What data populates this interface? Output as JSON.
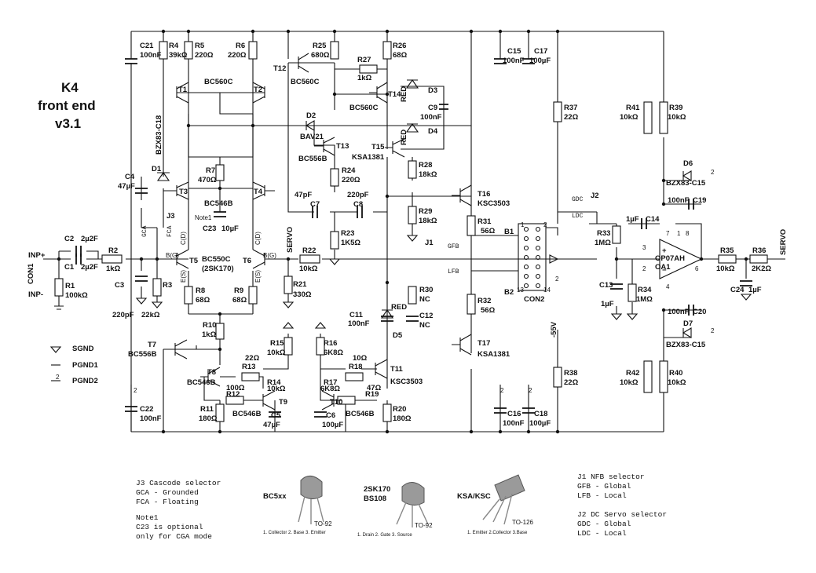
{
  "title": [
    "K4",
    "front end",
    "v3.1"
  ],
  "components": {
    "C21": {
      "ref": "C21",
      "val": "100nF"
    },
    "R4": {
      "ref": "R4",
      "val": "39kΩ"
    },
    "R5": {
      "ref": "R5",
      "val": "220Ω"
    },
    "R6": {
      "ref": "R6",
      "val": "220Ω"
    },
    "T12": {
      "ref": "T12",
      "val": "BC560C"
    },
    "R25": {
      "ref": "R25",
      "val": "680Ω"
    },
    "R26": {
      "ref": "R26",
      "val": "68Ω"
    },
    "R27": {
      "ref": "R27",
      "val": "1kΩ"
    },
    "C15": {
      "ref": "C15",
      "val": "100nF"
    },
    "C17": {
      "ref": "C17",
      "val": "100µF"
    },
    "T1": {
      "ref": "T1"
    },
    "T2": {
      "ref": "T2"
    },
    "T1T2": {
      "val": "BC560C"
    },
    "T14": {
      "ref": "T14",
      "val": "BC560C"
    },
    "D3": {
      "ref": "D3",
      "val": "RED"
    },
    "D4": {
      "ref": "D4",
      "val": "RED"
    },
    "C9": {
      "ref": "C9",
      "val": "100nF"
    },
    "R37": {
      "ref": "R37",
      "val": "22Ω"
    },
    "R41": {
      "ref": "R41",
      "val": "10kΩ"
    },
    "R39": {
      "ref": "R39",
      "val": "10kΩ"
    },
    "D2": {
      "ref": "D2",
      "val": "BAV21"
    },
    "T13": {
      "ref": "T13",
      "val": "BC556B"
    },
    "T15": {
      "ref": "T15",
      "val": "KSA1381"
    },
    "D1": {
      "ref": "D1",
      "val": "BZX83-C18"
    },
    "R7": {
      "ref": "R7",
      "val": "470Ω"
    },
    "R24": {
      "ref": "R24",
      "val": "220Ω"
    },
    "R28": {
      "ref": "R28",
      "val": "18kΩ"
    },
    "D6": {
      "ref": "D6",
      "val": "BZX83-C15"
    },
    "C4": {
      "ref": "C4",
      "val": "47µF"
    },
    "T3": {
      "ref": "T3"
    },
    "T4": {
      "ref": "T4"
    },
    "T3T4": {
      "val": "BC546B"
    },
    "C7": {
      "ref": "C7",
      "val": "47pF"
    },
    "C8": {
      "ref": "C8",
      "val": "220pF"
    },
    "T16": {
      "ref": "T16",
      "val": "KSC3503"
    },
    "J2": {
      "ref": "J2",
      "gdc": "GDC",
      "ldc": "LDC"
    },
    "C19": {
      "ref": "C19",
      "val": "100nF"
    },
    "Note1": {
      "ref": "Note1"
    },
    "C23": {
      "ref": "C23",
      "val": "10µF"
    },
    "J3": {
      "ref": "J3",
      "gca": "GCA",
      "fca": "FCA"
    },
    "R29": {
      "ref": "R29",
      "val": "18kΩ"
    },
    "R31": {
      "ref": "R31",
      "val": "56Ω"
    },
    "B1": {
      "ref": "B1"
    },
    "C14": {
      "ref": "C14",
      "val": "1µF"
    },
    "C2": {
      "ref": "C2",
      "val": "2µ2F"
    },
    "C1": {
      "ref": "C1",
      "val": "2µ2F"
    },
    "R2": {
      "ref": "R2",
      "val": "1kΩ"
    },
    "T5": {
      "ref": "T5"
    },
    "T6": {
      "ref": "T6"
    },
    "T5T6": {
      "val": "BC550C",
      "alt": "(2SK170)"
    },
    "R22": {
      "ref": "R22",
      "val": "10kΩ"
    },
    "R23": {
      "ref": "R23",
      "val": "1K5Ω"
    },
    "J1": {
      "ref": "J1",
      "gfb": "GFB",
      "lfb": "LFB"
    },
    "R33": {
      "ref": "R33",
      "val": "1MΩ"
    },
    "OA1": {
      "ref": "OA1",
      "val": "OP07AH"
    },
    "R35": {
      "ref": "R35",
      "val": "10kΩ"
    },
    "R36": {
      "ref": "R36",
      "val": "2K2Ω"
    },
    "R1": {
      "ref": "R1",
      "val": "100kΩ"
    },
    "C3": {
      "ref": "C3",
      "val": "220pF"
    },
    "R3": {
      "ref": "R3",
      "val": "22kΩ"
    },
    "R8": {
      "ref": "R8",
      "val": "68Ω"
    },
    "R9": {
      "ref": "R9",
      "val": "68Ω"
    },
    "R21": {
      "ref": "R21",
      "val": "330Ω"
    },
    "R30": {
      "ref": "R30",
      "val": "NC"
    },
    "C12": {
      "ref": "C12",
      "val": "NC"
    },
    "R32": {
      "ref": "R32",
      "val": "56Ω"
    },
    "B2": {
      "ref": "B2"
    },
    "CON2": {
      "ref": "CON2"
    },
    "C13": {
      "ref": "C13",
      "val": "1µF"
    },
    "R34": {
      "ref": "R34",
      "val": "1MΩ"
    },
    "C24": {
      "ref": "C24",
      "val": "1µF"
    },
    "C11": {
      "ref": "C11",
      "val": "100nF"
    },
    "D5": {
      "ref": "D5",
      "val": "RED"
    },
    "C20": {
      "ref": "C20",
      "val": "100nF"
    },
    "D7": {
      "ref": "D7",
      "val": "BZX83-C15"
    },
    "R10": {
      "ref": "R10",
      "val": "1kΩ"
    },
    "R15": {
      "ref": "R15",
      "val": "10kΩ"
    },
    "R16": {
      "ref": "R16",
      "val": "6K8Ω"
    },
    "T7": {
      "ref": "T7",
      "val": "BC556B"
    },
    "T17": {
      "ref": "T17",
      "val": "KSA1381"
    },
    "T8": {
      "ref": "T8",
      "val": "BC546B"
    },
    "R13": {
      "ref": "R13",
      "val": "22Ω"
    },
    "R18": {
      "ref": "R18",
      "val": "10Ω"
    },
    "T11": {
      "ref": "T11",
      "val": "KSC3503"
    },
    "R14": {
      "ref": "R14",
      "val": "10kΩ"
    },
    "R12": {
      "ref": "R12",
      "val": "100Ω"
    },
    "R17": {
      "ref": "R17",
      "val": "6K8Ω"
    },
    "R19": {
      "ref": "R19",
      "val": "47Ω"
    },
    "T9": {
      "ref": "T9",
      "val": "BC546B"
    },
    "T10": {
      "ref": "T10",
      "val": "BC546B"
    },
    "R38": {
      "ref": "R38",
      "val": "22Ω"
    },
    "R42": {
      "ref": "R42",
      "val": "10kΩ"
    },
    "R40": {
      "ref": "R40",
      "val": "10kΩ"
    },
    "C22": {
      "ref": "C22",
      "val": "100nF"
    },
    "R11": {
      "ref": "R11",
      "val": "180Ω"
    },
    "C5": {
      "ref": "C5",
      "val": "47µF"
    },
    "C6": {
      "ref": "C6",
      "val": "100µF"
    },
    "R20": {
      "ref": "R20",
      "val": "180Ω"
    },
    "C16": {
      "ref": "C16",
      "val": "100nF"
    },
    "C18": {
      "ref": "C18",
      "val": "100µF"
    }
  },
  "net_labels": {
    "inp_plus": "INP+",
    "inp_minus": "INP-",
    "con1": "CON1",
    "servo_mid": "SERVO",
    "servo_out": "SERVO",
    "neg55": "-55V",
    "bg": "B(G)",
    "cd": "C(D)",
    "es": "E(S)",
    "pin1": "1",
    "pin2": "2",
    "pin13": "13",
    "pin14": "14",
    "oa_plus": "+",
    "oa_minus": "−",
    "oa_p3": "3",
    "oa_p2": "2",
    "oa_p4": "4",
    "oa_p6": "6",
    "oa_p7": "7",
    "oa_p1": "1",
    "oa_p8": "8",
    "two": "2"
  },
  "legend": {
    "sgnd": "SGND",
    "pgnd1": "PGND1",
    "pgnd2": "PGND2"
  },
  "notes": {
    "j3": [
      "J3 Cascode selector",
      "GCA - Grounded",
      "FCA - Floating"
    ],
    "note1": [
      "Note1",
      "C23 is optional",
      "only for CGA mode"
    ],
    "j1": [
      "J1 NFB selector",
      "GFB - Global",
      "LFB - Local"
    ],
    "j2": [
      "J2 DC Servo selector",
      "GDC - Global",
      "LDC - Local"
    ]
  },
  "packages": {
    "bc5xx": {
      "name": "BC5xx",
      "pkg": "TO-92",
      "pins": "1. Collector  2. Base  3. Emitter"
    },
    "sk170": {
      "name": "2SK170",
      "name2": "BS108",
      "pkg": "TO-92",
      "pins": "1. Drain  2. Gate  3. Source"
    },
    "ksa": {
      "name": "KSA/KSC",
      "pkg": "TO-126",
      "pins": "1. Emitter  2.Collector  3.Base"
    }
  },
  "colors": {
    "ink": "#111111",
    "background": "#ffffff"
  }
}
